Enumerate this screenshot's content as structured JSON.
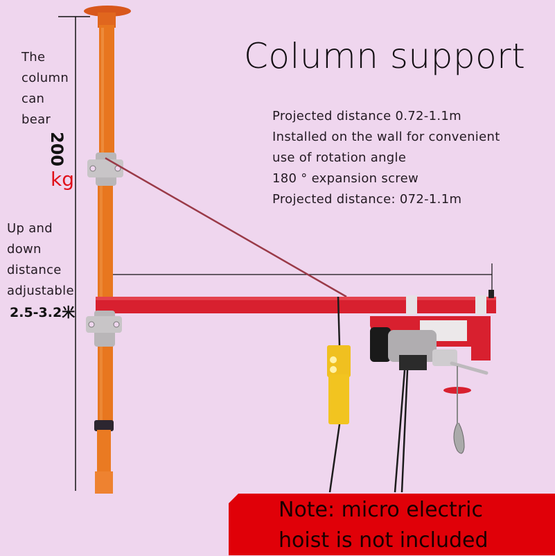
{
  "title": "Column support",
  "left_annotations": {
    "bear_text": "The column can bear",
    "load_value": "200",
    "load_unit": "kg",
    "adjust_text": "Up and down distance adjustable",
    "height_range": "2.5-3.2米"
  },
  "specs": [
    "Projected distance 0.72-1.1m",
    "Installed on the wall for convenient use of rotation angle",
    "180 ° expansion screw",
    "Projected distance: 072-1.1m"
  ],
  "note": {
    "line1": "Note: micro electric",
    "line2": "hoist is not included"
  },
  "colors": {
    "background": "#efd6ee",
    "column_orange": "#e8761f",
    "jib_red": "#d8202f",
    "banner_red": "#e00008",
    "clamp_gray": "#b9b6b8",
    "pendant_yellow": "#f0c020",
    "load_unit_red": "#e0101a"
  }
}
